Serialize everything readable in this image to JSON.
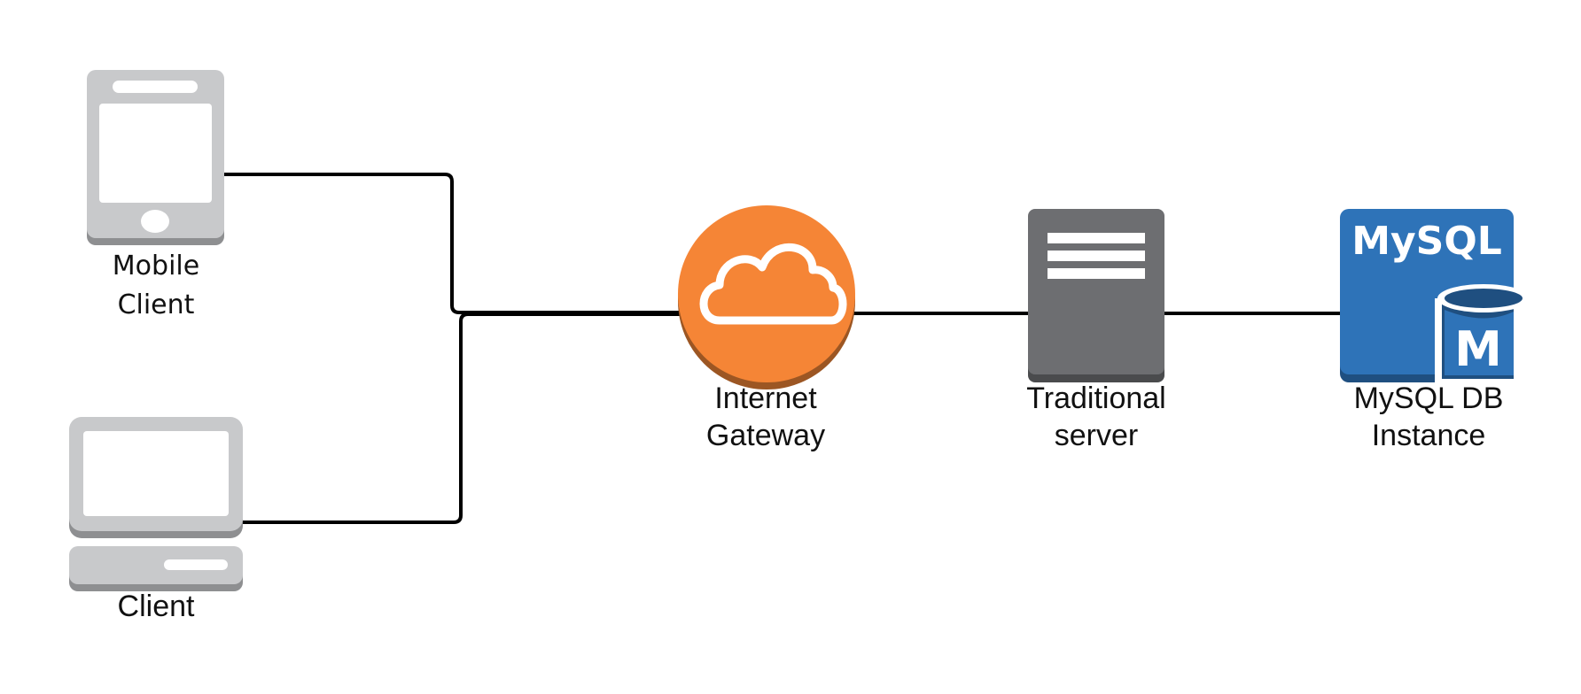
{
  "nodes": {
    "mobile_client": {
      "label_line1": "Mobile",
      "label_line2": "Client"
    },
    "client": {
      "label_line1": "Client"
    },
    "internet_gateway": {
      "label_line1": "Internet",
      "label_line2": "Gateway"
    },
    "traditional_server": {
      "label_line1": "Traditional",
      "label_line2": "server"
    },
    "mysql_db": {
      "label_line1": "MySQL DB",
      "label_line2": "Instance",
      "icon_text": "MySQL",
      "badge_text": "M"
    }
  },
  "edges": [
    {
      "from": "mobile_client",
      "to": "internet_gateway"
    },
    {
      "from": "client",
      "to": "internet_gateway"
    },
    {
      "from": "internet_gateway",
      "to": "traditional_server"
    },
    {
      "from": "traditional_server",
      "to": "mysql_db"
    }
  ],
  "colors": {
    "device_gray": "#c8c9cb",
    "device_shadow": "#8e8f91",
    "gateway_orange": "#f58536",
    "gateway_shadow": "#9c5623",
    "server_gray": "#6d6e71",
    "server_shadow": "#4a4b4d",
    "mysql_blue": "#2e73b8",
    "mysql_shadow": "#1f4f80",
    "line": "#000000"
  }
}
